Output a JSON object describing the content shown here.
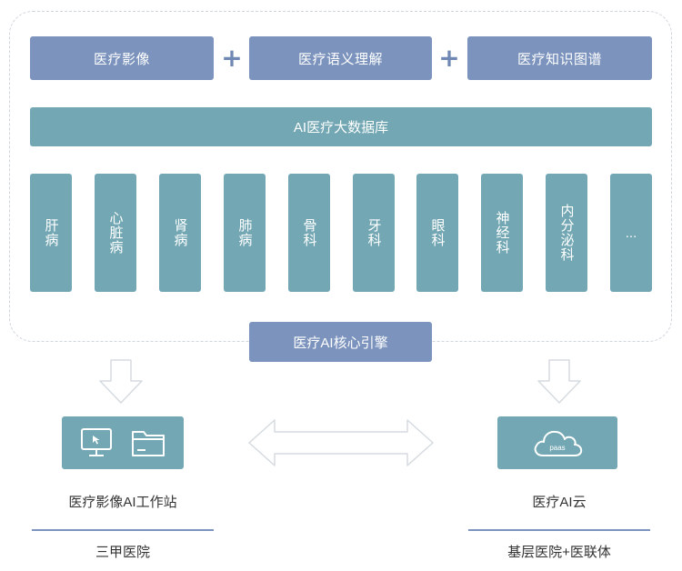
{
  "top_modules": [
    "医疗影像",
    "医疗语义理解",
    "医疗知识图谱"
  ],
  "plus_symbol": "+",
  "database": "AI医疗大数据库",
  "departments": [
    "肝病",
    "心脏病",
    "肾病",
    "肺病",
    "骨科",
    "牙科",
    "眼科",
    "神经科",
    "内分泌科",
    "..."
  ],
  "engine": "医疗AI核心引擎",
  "left_output": {
    "icons": [
      "computer-icon",
      "folder-icon"
    ],
    "title": "医疗影像AI工作站",
    "target": "三甲医院"
  },
  "right_output": {
    "icon": "cloud-icon",
    "icon_text": "paas",
    "title": "医疗AI云",
    "target": "基层医院+医联体"
  },
  "colors": {
    "blue_box": "#7b93bd",
    "teal_box": "#72a7b3",
    "dashed_border": "#cfd5dc",
    "arrow_outline": "#d6dbe0"
  }
}
